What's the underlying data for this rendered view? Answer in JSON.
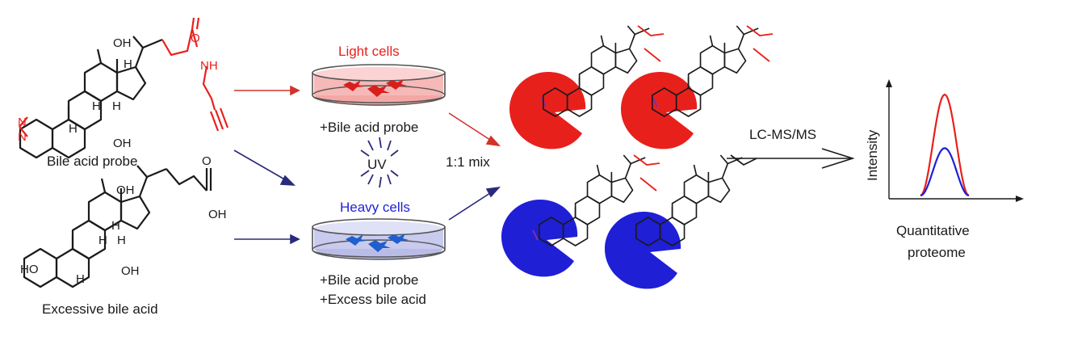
{
  "labels": {
    "bile_acid_probe": "Bile acid probe",
    "excessive_bile_acid": "Excessive bile acid",
    "light_cells": "Light cells",
    "heavy_cells": "Heavy cells",
    "light_treatment": "+Bile acid probe",
    "heavy_treatment_1": "+Bile acid probe",
    "heavy_treatment_2": "+Excess bile acid",
    "uv": "UV",
    "mix": "1:1 mix",
    "lcms": "LC-MS/MS",
    "intensity": "Intensity",
    "quant_1": "Quantitative",
    "quant_2": "proteome"
  },
  "atoms": {
    "oh": "OH",
    "h": "H",
    "nh": "NH",
    "o": "O",
    "n": "N",
    "ho": "HO"
  },
  "colors": {
    "light": "#e8201c",
    "heavy": "#1f1fd6",
    "arrow_light": "#d0332c",
    "arrow_heavy": "#2a2a7a",
    "ink": "#1a1a1a"
  },
  "chart_data": {
    "type": "line",
    "xlabel": "",
    "ylabel": "Intensity",
    "series": [
      {
        "color": "#e8201c",
        "peak": 1.0
      },
      {
        "color": "#1f1fd6",
        "peak": 0.47
      }
    ]
  }
}
